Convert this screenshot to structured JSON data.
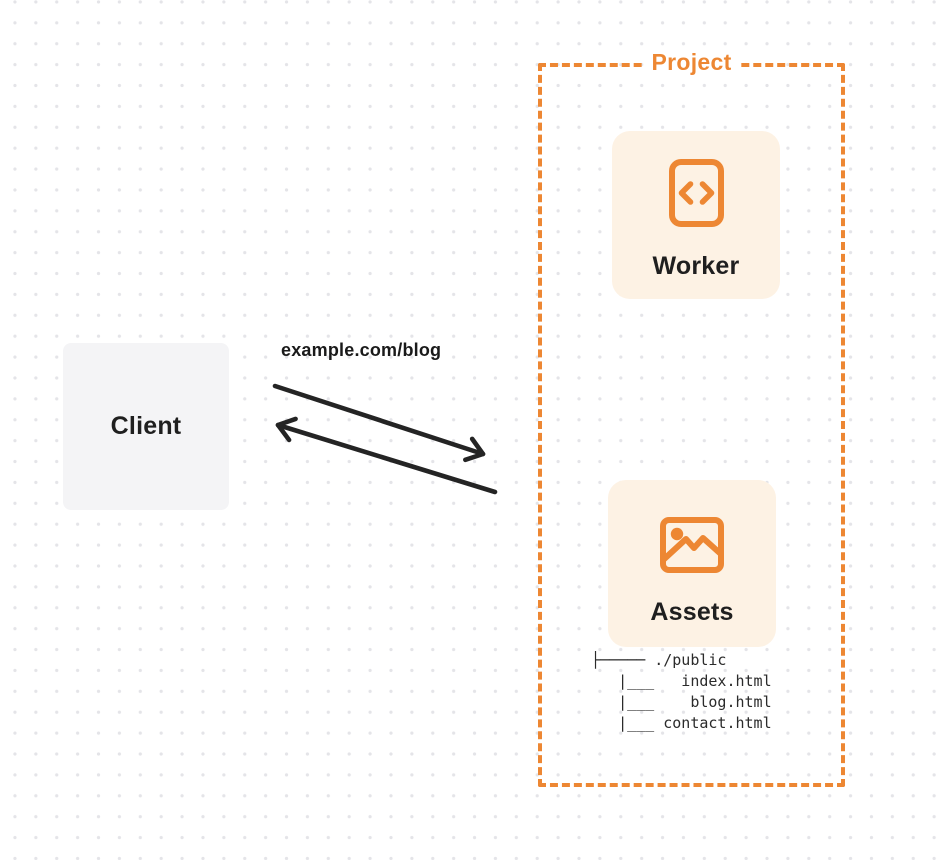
{
  "diagram": {
    "client": {
      "label": "Client"
    },
    "request": {
      "label": "example.com/blog"
    },
    "project": {
      "label": "Project",
      "worker": {
        "label": "Worker",
        "icon": "code-file-icon"
      },
      "assets": {
        "label": "Assets",
        "icon": "image-icon",
        "file_tree": [
          "├───── ./public",
          "   |___   index.html",
          "   |___    blog.html",
          "   |___ contact.html"
        ]
      }
    },
    "colors": {
      "accent_orange": "#ed8733",
      "card_background": "#fdf2e4",
      "client_background": "#f4f4f6",
      "arrow_color": "#242424"
    }
  }
}
